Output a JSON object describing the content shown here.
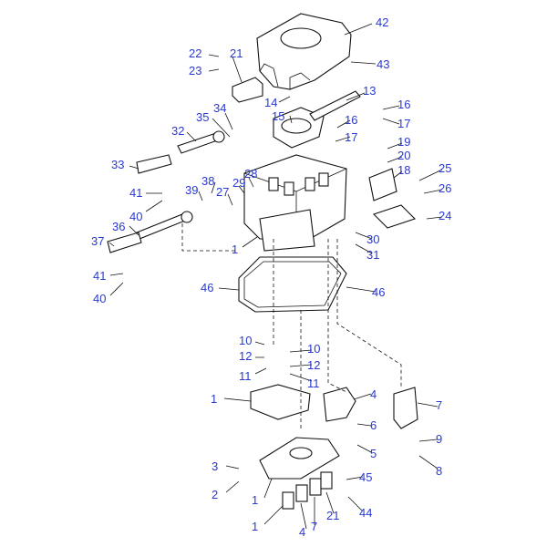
{
  "diagram": {
    "title": "Exploded parts diagram",
    "part_labels": [
      "42",
      "43",
      "22",
      "21",
      "23",
      "14",
      "13",
      "16",
      "15",
      "34",
      "17",
      "16",
      "35",
      "32",
      "17",
      "19",
      "20",
      "33",
      "18",
      "25",
      "28",
      "29",
      "41",
      "38",
      "39",
      "27",
      "26",
      "40",
      "24",
      "36",
      "37",
      "1",
      "30",
      "31",
      "41",
      "40",
      "46",
      "46",
      "10",
      "10",
      "12",
      "12",
      "11",
      "11",
      "1",
      "4",
      "7",
      "6",
      "9",
      "5",
      "8",
      "3",
      "45",
      "2",
      "1",
      "44",
      "21",
      "4",
      "7",
      "1"
    ],
    "label_color": "#2a3ad0"
  }
}
